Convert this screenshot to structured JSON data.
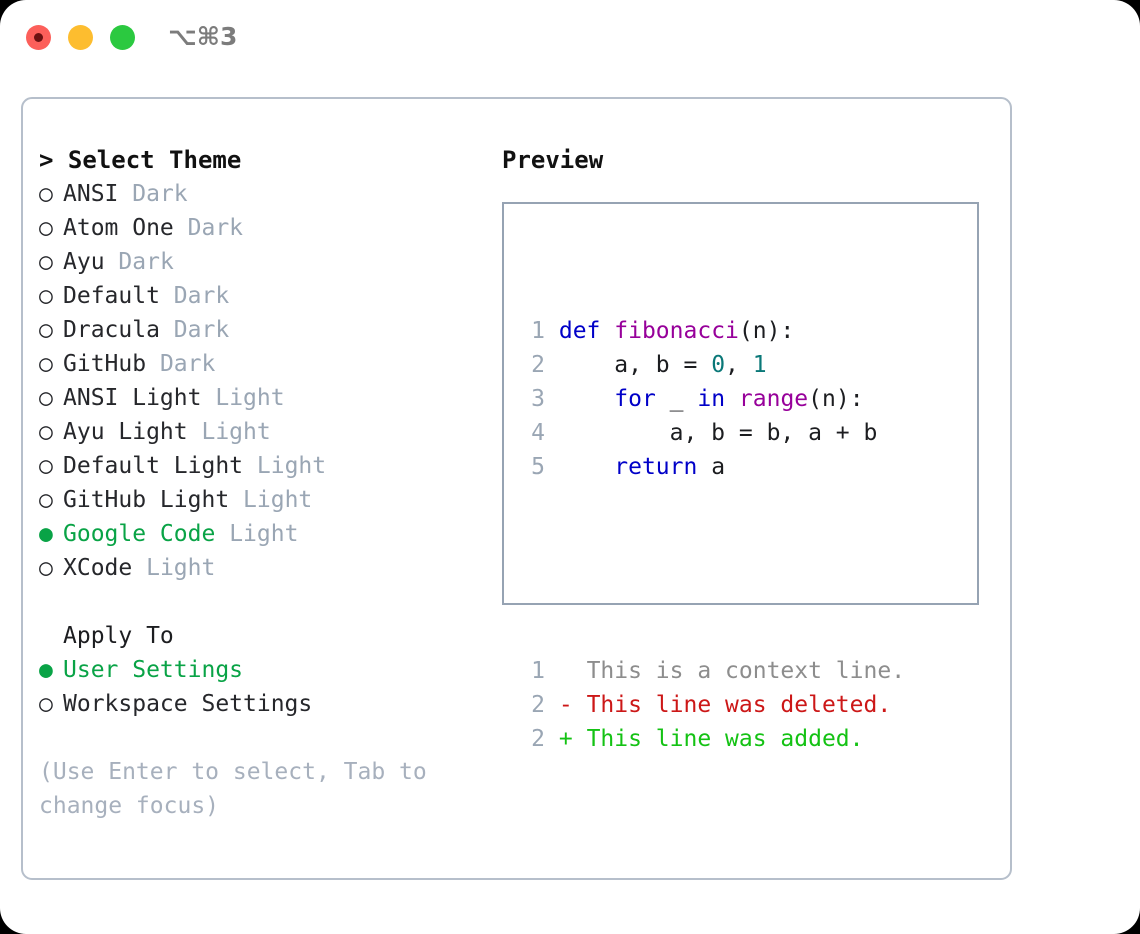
{
  "titlebar": {
    "shortcut": "⌥⌘3",
    "lights": [
      "close-red",
      "minimize-yellow",
      "maximize-green"
    ]
  },
  "theme_picker": {
    "heading": "> Select Theme",
    "bullet_selected": "●",
    "bullet_unselected": "○",
    "options": [
      {
        "name": "ANSI",
        "tag": "Dark",
        "selected": false
      },
      {
        "name": "Atom One",
        "tag": "Dark",
        "selected": false
      },
      {
        "name": "Ayu",
        "tag": "Dark",
        "selected": false
      },
      {
        "name": "Default",
        "tag": "Dark",
        "selected": false
      },
      {
        "name": "Dracula",
        "tag": "Dark",
        "selected": false
      },
      {
        "name": "GitHub",
        "tag": "Dark",
        "selected": false
      },
      {
        "name": "ANSI Light",
        "tag": "Light",
        "selected": false
      },
      {
        "name": "Ayu Light",
        "tag": "Light",
        "selected": false
      },
      {
        "name": "Default Light",
        "tag": "Light",
        "selected": false
      },
      {
        "name": "GitHub Light",
        "tag": "Light",
        "selected": false
      },
      {
        "name": "Google Code",
        "tag": "Light",
        "selected": true
      },
      {
        "name": "XCode",
        "tag": "Light",
        "selected": false
      }
    ]
  },
  "apply_to": {
    "title": "Apply To",
    "options": [
      {
        "name": "User Settings",
        "selected": true
      },
      {
        "name": "Workspace Settings",
        "selected": false
      }
    ]
  },
  "hint": "(Use Enter to select, Tab to change focus)",
  "preview": {
    "title": "Preview",
    "code_lines": [
      {
        "no": "1",
        "tokens": [
          {
            "t": "def",
            "c": "kw"
          },
          {
            "t": " ",
            "c": "plain"
          },
          {
            "t": "fibonacci",
            "c": "fn"
          },
          {
            "t": "(n):",
            "c": "plain"
          }
        ]
      },
      {
        "no": "2",
        "tokens": [
          {
            "t": "    a, b = ",
            "c": "plain"
          },
          {
            "t": "0",
            "c": "num"
          },
          {
            "t": ", ",
            "c": "plain"
          },
          {
            "t": "1",
            "c": "num"
          }
        ]
      },
      {
        "no": "3",
        "tokens": [
          {
            "t": "    ",
            "c": "plain"
          },
          {
            "t": "for",
            "c": "kw"
          },
          {
            "t": " _ ",
            "c": "plain"
          },
          {
            "t": "in",
            "c": "kw"
          },
          {
            "t": " ",
            "c": "plain"
          },
          {
            "t": "range",
            "c": "fn"
          },
          {
            "t": "(n):",
            "c": "plain"
          }
        ]
      },
      {
        "no": "4",
        "tokens": [
          {
            "t": "        a, b = b, a + b",
            "c": "plain"
          }
        ]
      },
      {
        "no": "5",
        "tokens": [
          {
            "t": "    ",
            "c": "plain"
          },
          {
            "t": "return",
            "c": "kw"
          },
          {
            "t": " a",
            "c": "plain"
          }
        ]
      }
    ],
    "diff_lines": [
      {
        "no": "1",
        "marker": "  ",
        "text": "This is a context line.",
        "kind": "diff-ctx"
      },
      {
        "no": "2",
        "marker": "- ",
        "text": "This line was deleted.",
        "kind": "diff-del"
      },
      {
        "no": "2",
        "marker": "+ ",
        "text": "This line was added.",
        "kind": "diff-add"
      }
    ]
  },
  "colors": {
    "accent_green": "#09a346",
    "muted_tag": "#9aa6b4",
    "hint_gray": "#a7b0bd",
    "panel_border": "#b6bfcb",
    "preview_border": "#96a3b3",
    "keyword_blue": "#0000c8",
    "function_magenta": "#97009a",
    "number_teal": "#0a7878",
    "diff_delete_red": "#cc1717",
    "diff_add_green": "#14c214",
    "diff_context_gray": "#8d8d8d"
  }
}
